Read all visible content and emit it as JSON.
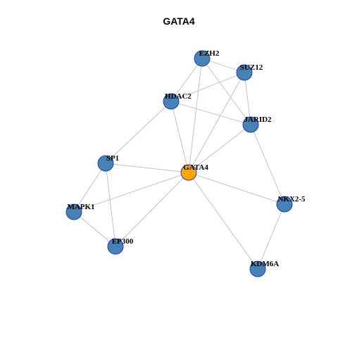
{
  "title": "GATA4",
  "colors": {
    "node_default": "#4682b4",
    "node_highlight": "#ffa500",
    "node_border": "#1f3fbf",
    "edge": "#bdbdbd"
  },
  "nodes": [
    {
      "id": "EZH2",
      "label": "EZH2",
      "highlight": false
    },
    {
      "id": "SUZ12",
      "label": "SUZ12",
      "highlight": false
    },
    {
      "id": "HDAC2",
      "label": "HDAC2",
      "highlight": false
    },
    {
      "id": "JARID2",
      "label": "JARID2",
      "highlight": false
    },
    {
      "id": "SP1",
      "label": "SP1",
      "highlight": false
    },
    {
      "id": "GATA4",
      "label": "GATA4",
      "highlight": true
    },
    {
      "id": "MAPK1",
      "label": "MAPK1",
      "highlight": false
    },
    {
      "id": "NKX2-5",
      "label": "NKX2-5",
      "highlight": false
    },
    {
      "id": "EP300",
      "label": "EP300",
      "highlight": false
    },
    {
      "id": "KDM6A",
      "label": "KDM6A",
      "highlight": false
    }
  ],
  "edges": [
    [
      "EZH2",
      "SUZ12"
    ],
    [
      "EZH2",
      "HDAC2"
    ],
    [
      "EZH2",
      "JARID2"
    ],
    [
      "EZH2",
      "GATA4"
    ],
    [
      "SUZ12",
      "JARID2"
    ],
    [
      "SUZ12",
      "HDAC2"
    ],
    [
      "SUZ12",
      "GATA4"
    ],
    [
      "HDAC2",
      "JARID2"
    ],
    [
      "HDAC2",
      "GATA4"
    ],
    [
      "HDAC2",
      "SP1"
    ],
    [
      "JARID2",
      "GATA4"
    ],
    [
      "JARID2",
      "NKX2-5"
    ],
    [
      "SP1",
      "GATA4"
    ],
    [
      "SP1",
      "MAPK1"
    ],
    [
      "SP1",
      "EP300"
    ],
    [
      "GATA4",
      "MAPK1"
    ],
    [
      "GATA4",
      "EP300"
    ],
    [
      "GATA4",
      "NKX2-5"
    ],
    [
      "GATA4",
      "KDM6A"
    ],
    [
      "MAPK1",
      "EP300"
    ],
    [
      "NKX2-5",
      "KDM6A"
    ]
  ]
}
